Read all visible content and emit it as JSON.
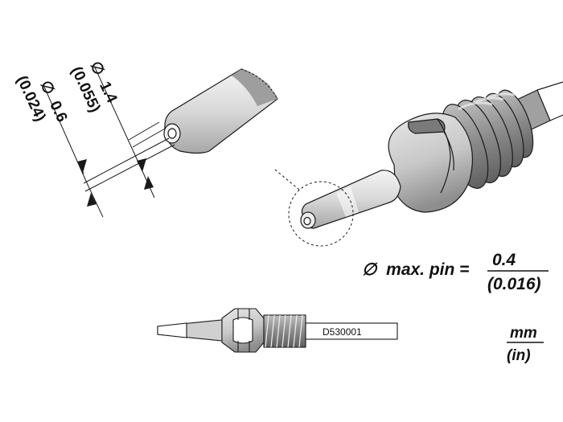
{
  "dimensions": {
    "outer": {
      "symbol": "∅",
      "mm": "1.4",
      "in": "(0.055)"
    },
    "inner": {
      "symbol": "∅",
      "mm": "0.6",
      "in": "(0.024)"
    }
  },
  "max_pin": {
    "symbol": "∅",
    "label": "max. pin =",
    "mm": "0.4",
    "in": "(0.016)"
  },
  "units": {
    "top": "mm",
    "bottom": "(in)"
  },
  "part_number": "D530001",
  "colors": {
    "stroke": "#1a1a1a",
    "body_light": "#e6e6e6",
    "body_mid": "#c4c4c4",
    "body_dark": "#9a9a9a"
  }
}
